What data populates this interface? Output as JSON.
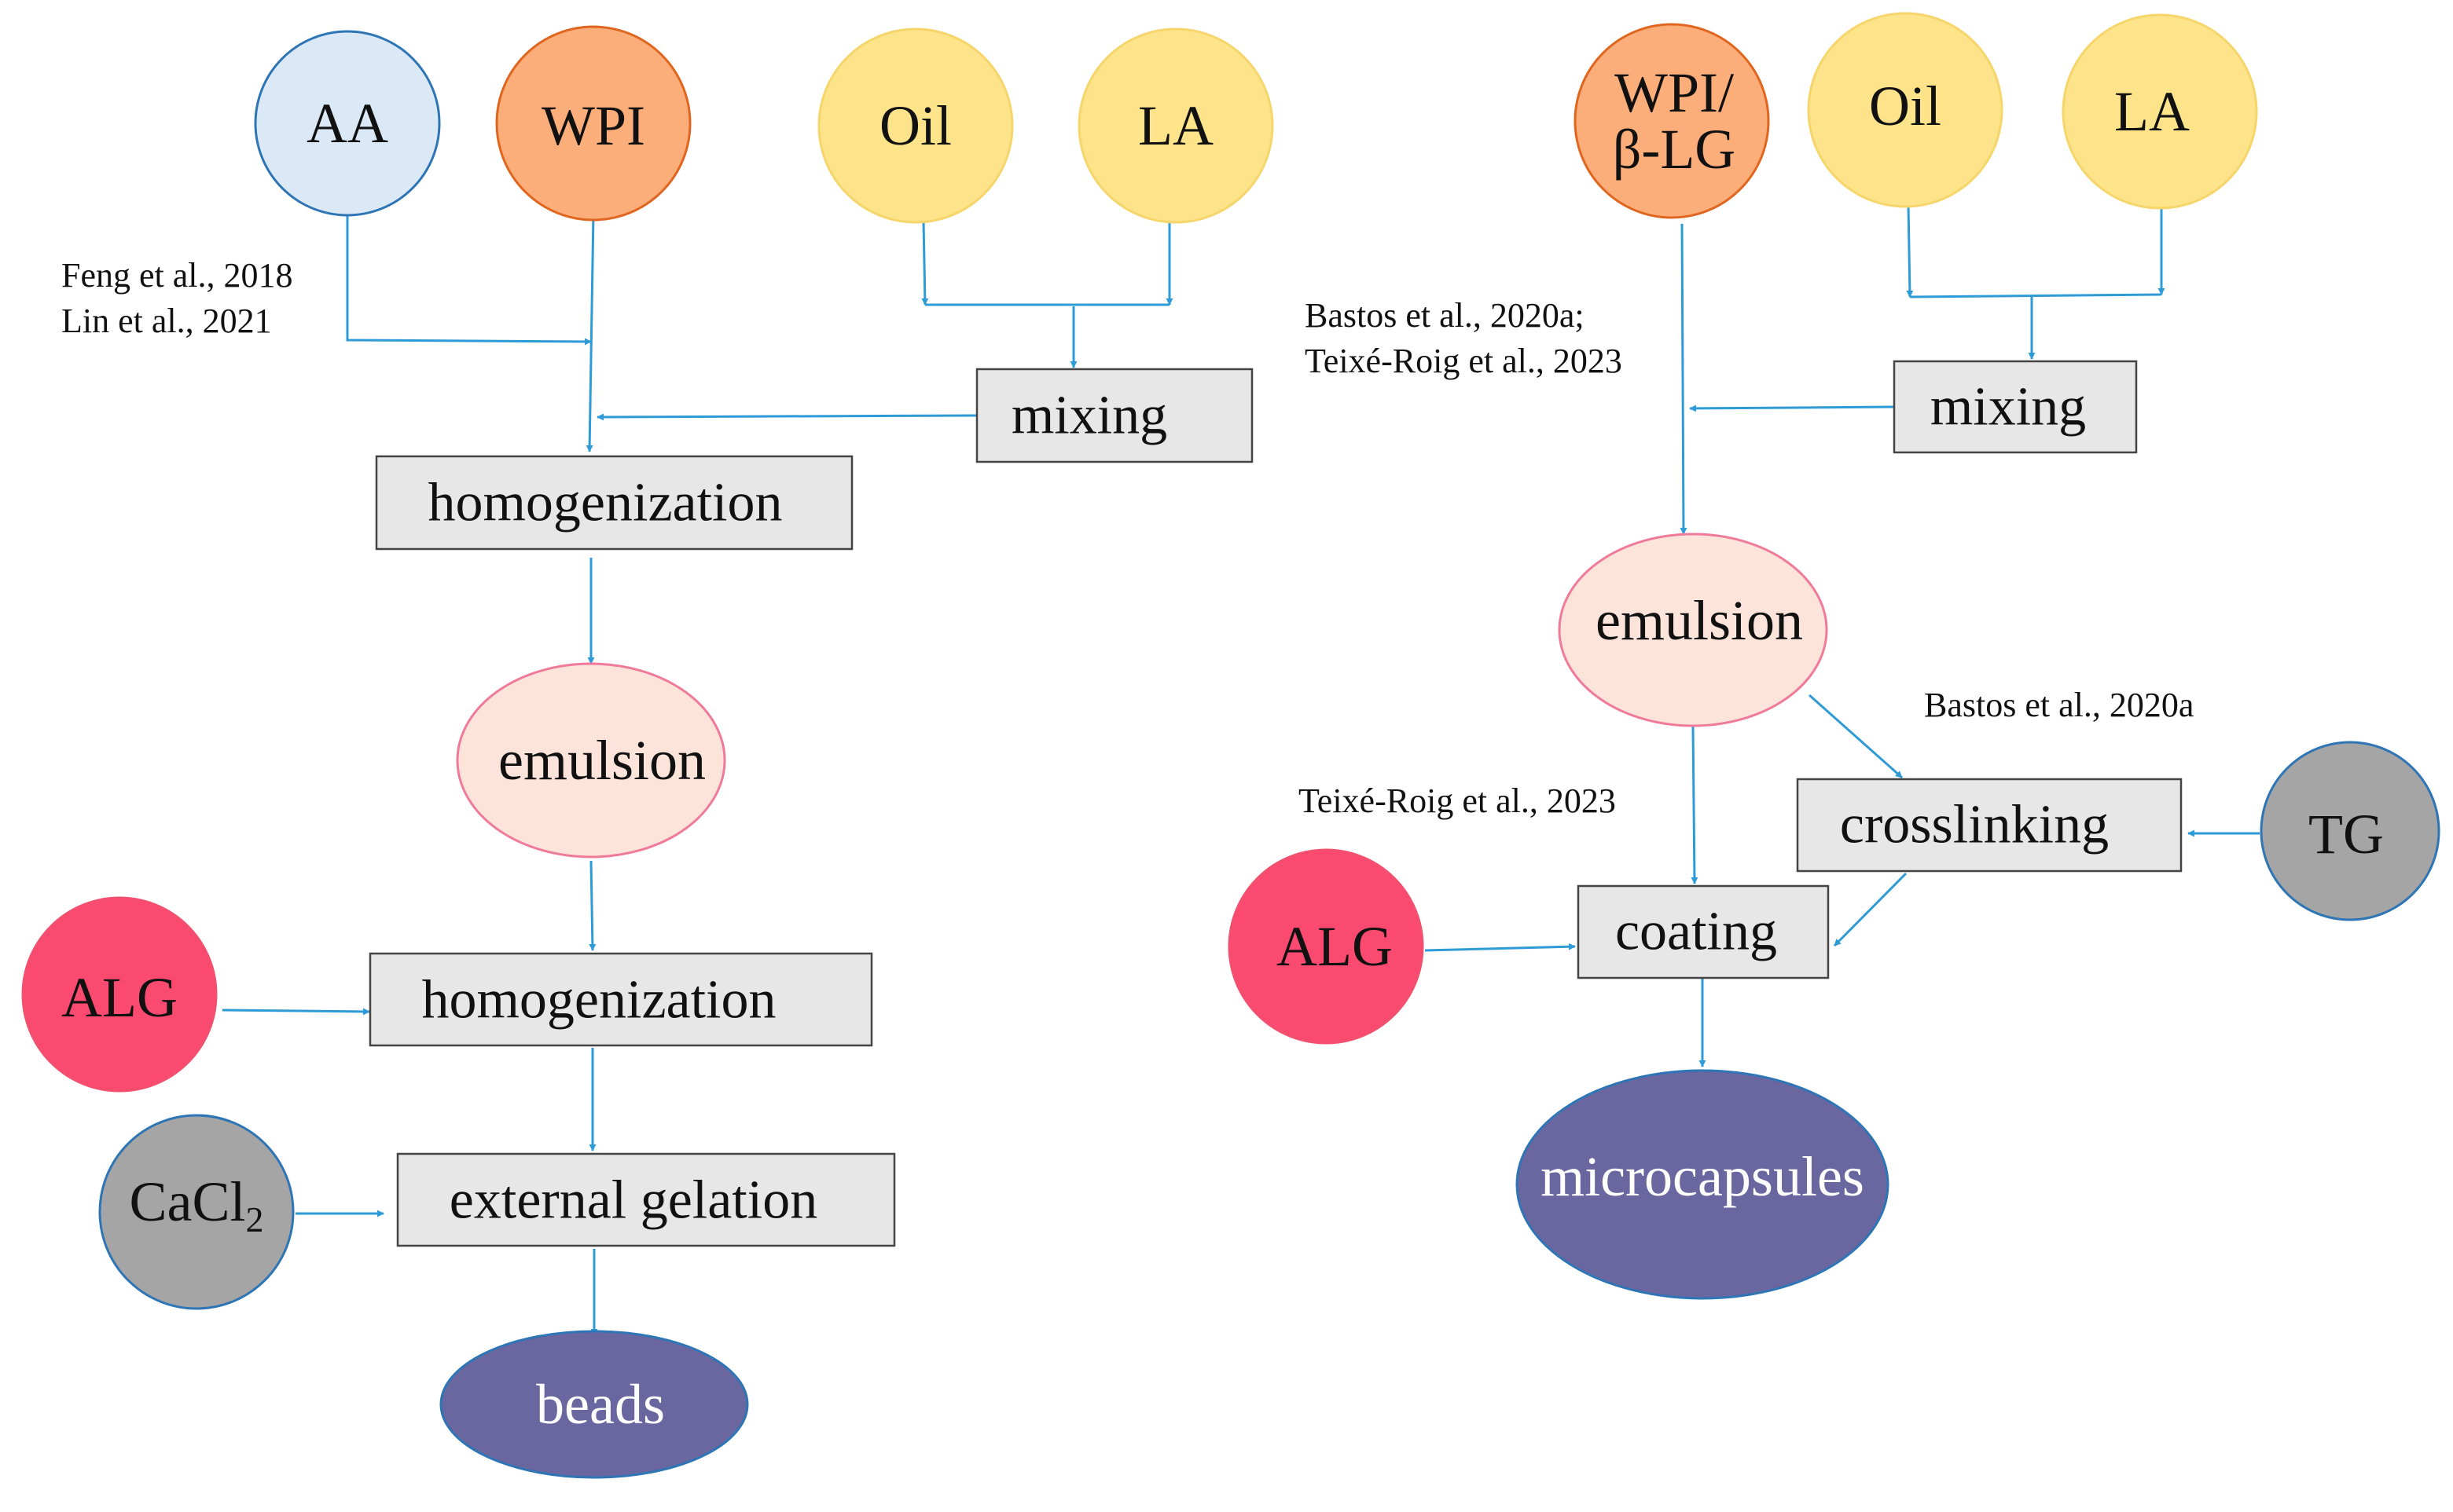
{
  "colors": {
    "arrow": "#2e9bd6",
    "aa_fill": "#dbe9f6",
    "aa_stroke": "#2e75b5",
    "wpi_fill": "#fbad7a",
    "wpi_stroke": "#e0661f",
    "oil_fill": "#fde38a",
    "oil_stroke": "#f6d56b",
    "emulsion_fill": "#fde4da",
    "emulsion_stroke": "#f07a99",
    "alg_fill": "#fb4a70",
    "alg_stroke": "#f2506e",
    "cacl_fill": "#a5a5a5",
    "cacl_stroke": "#2e75b5",
    "tg_fill": "#a5a5a5",
    "tg_stroke": "#2e75b5",
    "product_fill": "#6a66a0",
    "product_stroke": "#2e75b5",
    "box_fill": "#e7e7e7",
    "box_stroke": "#444444"
  },
  "left": {
    "aa": "AA",
    "wpi": "WPI",
    "oil": "Oil",
    "la": "LA",
    "refs": [
      "Feng et al., 2018",
      "Lin et al., 2021"
    ],
    "mixing": "mixing",
    "homogenization_1": "homogenization",
    "emulsion": "emulsion",
    "alg": "ALG",
    "homogenization_2": "homogenization",
    "cacl2_base": "CaCl",
    "cacl2_sub": "2",
    "external_gelation": "external gelation",
    "beads": "beads"
  },
  "right": {
    "wpi_line1": "WPI/",
    "wpi_line2": "β-LG",
    "oil": "Oil",
    "la": "LA",
    "refs": [
      "Bastos et al., 2020a;",
      "Teixé-Roig et al., 2023"
    ],
    "mixing": "mixing",
    "emulsion": "emulsion",
    "ref_crosslinking": "Bastos et al., 2020a",
    "ref_coating": "Teixé-Roig et al., 2023",
    "crosslinking": "crosslinking",
    "tg": "TG",
    "alg": "ALG",
    "coating": "coating",
    "microcapsules": "microcapsules"
  }
}
